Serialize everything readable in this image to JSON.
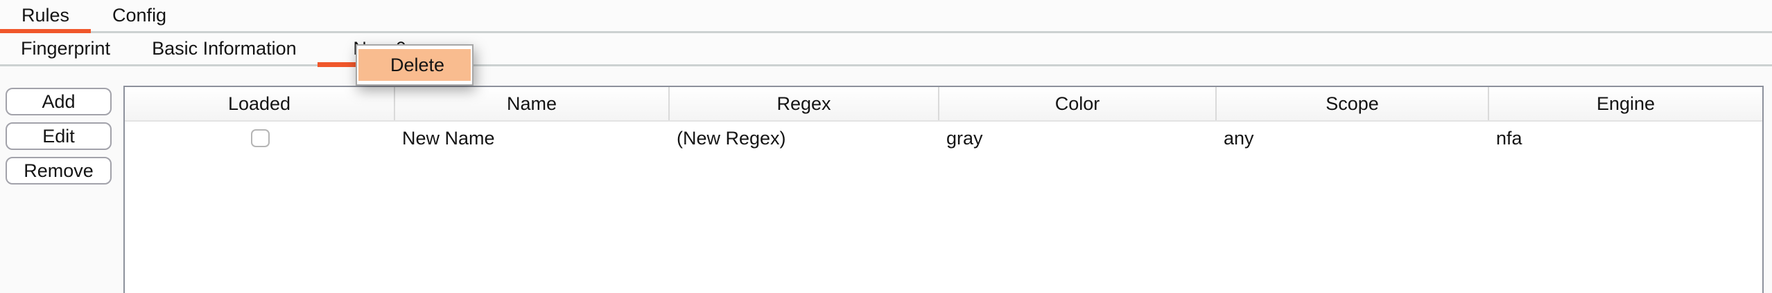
{
  "colors": {
    "accent": "#F0572B",
    "menu_highlight": "#F9BC8F"
  },
  "tabs_primary": {
    "items": [
      {
        "label": "Rules",
        "selected": true
      },
      {
        "label": "Config",
        "selected": false
      }
    ]
  },
  "tabs_secondary": {
    "items": [
      {
        "label": "Fingerprint",
        "selected": false
      },
      {
        "label": "Basic Information",
        "selected": false
      },
      {
        "label": "New 0",
        "selected": true
      }
    ]
  },
  "context_menu": {
    "items": [
      {
        "label": "Delete",
        "highlighted": true
      }
    ]
  },
  "actions": {
    "add_label": "Add",
    "edit_label": "Edit",
    "remove_label": "Remove"
  },
  "table": {
    "columns": [
      "Loaded",
      "Name",
      "Regex",
      "Color",
      "Scope",
      "Engine"
    ],
    "rows": [
      {
        "loaded": false,
        "name": "New Name",
        "regex": "(New Regex)",
        "color": "gray",
        "scope": "any",
        "engine": "nfa"
      }
    ]
  }
}
